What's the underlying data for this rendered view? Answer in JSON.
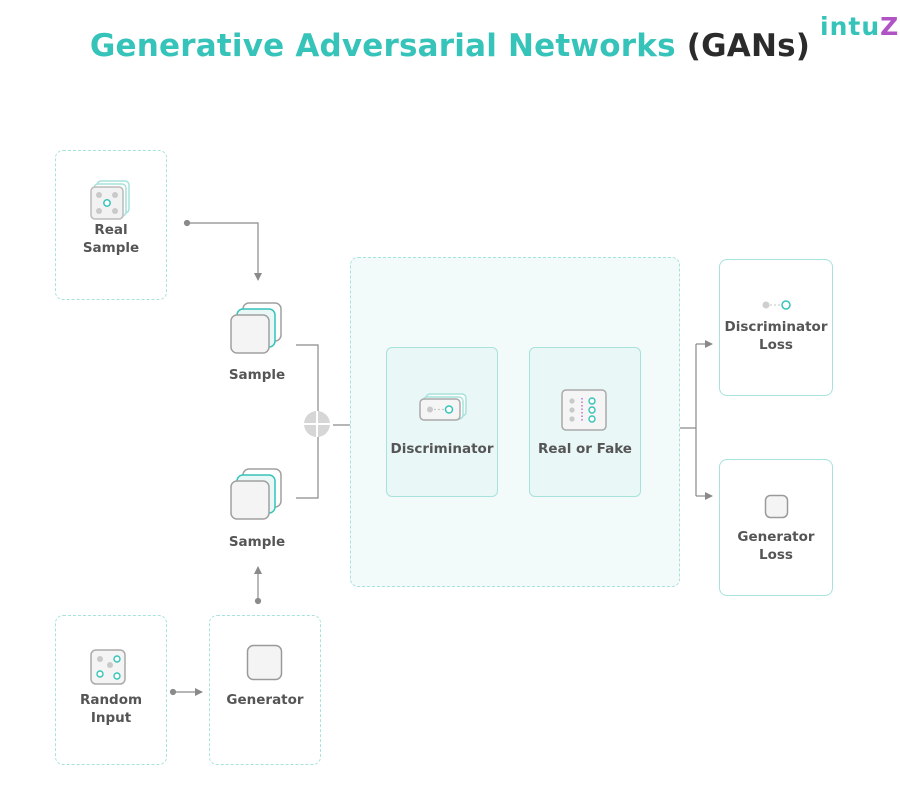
{
  "title": {
    "part1": "Generative Adversarial Networks",
    "part2": "(GANs)"
  },
  "logo": {
    "text_a": "intu",
    "text_b": "Z"
  },
  "nodes": {
    "real_sample": "Real\nSample",
    "sample_top": "Sample",
    "sample_bottom": "Sample",
    "random_input": "Random\nInput",
    "generator": "Generator",
    "discriminator": "Discriminator",
    "real_or_fake": "Real or Fake",
    "discriminator_loss": "Discriminator\nLoss",
    "generator_loss": "Generator\nLoss"
  },
  "colors": {
    "teal": "#36c3b9",
    "border": "#a7e2dc",
    "fill": "#e9f7f6",
    "arrow": "#8a8a8a",
    "purple": "#b152c6"
  }
}
